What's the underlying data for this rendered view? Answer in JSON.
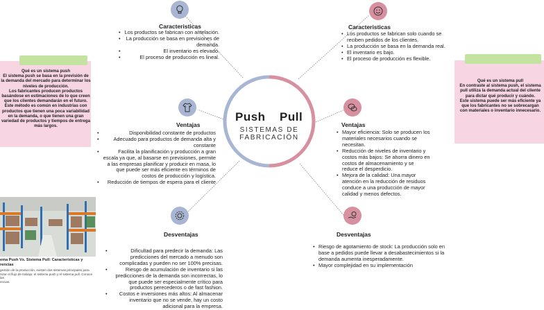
{
  "center": {
    "push": "Push",
    "pull": "Pull",
    "subtitle": "SISTEMAS DE FABRICACIÓN"
  },
  "push": {
    "caracteristicas": {
      "title": "Caracteristicas",
      "items": [
        "Los productos se fabrican con antelación.",
        "La producción se basa en previsiones de demanda.",
        "El inventario es elevado.",
        "El proceso de producción es lineal."
      ]
    },
    "ventajas": {
      "title": "Ventajas",
      "items": [
        "Disponibilidad constante de productos",
        "Adecuado para productos de demanda alta y constante",
        "Facilita la planificación y producción a gran escala ya que, al basarse en previsiones, permite a las empresas planificar y producir en masa, lo que puede ser más eficiente en términos de costos de producción y logística.",
        "Reducción de tiempos de espera para el cliente"
      ]
    },
    "desventajas": {
      "title": "Desventajas",
      "items": [
        "Dificultad para predecir la demanda: Las predicciones del mercado a menudo son complicadas y pueden no ser 100% precisas.",
        "Riesgo de acumulación de inventario si las predicciones de la demanda son incorrectas, lo que puede ser especialmente crítico para productos perecederos o de fast fashion.",
        "Costos e inversiones más altos: Al almacenar inventario que no se vende, hay un costo adicional para la empresa."
      ]
    },
    "note": "Qué es un sistema push\nEl sistema push se basa en la previsión de la demanda del mercado para determinar los niveles de producción.\nLos fabricantes producen productos basándose en estimaciones de lo que creen que los clientes demandarán en el futuro.\nEste método es común en industrias con productos que tienen una poca variabilidad en la demanda, o que tienen una gran variedad de productos y tiempos de entrega más largos."
  },
  "pull": {
    "caracteristicas": {
      "title": "Caracteristicas",
      "items": [
        "Los productos se fabrican solo cuando se reciben pedidos de los clientes.",
        "La producción se basa en la demanda real.",
        "El inventario es bajo.",
        "El proceso de producción es flexible."
      ]
    },
    "ventajas": {
      "title": "Ventajas",
      "items": [
        "Mayor eficiencia: Solo se producen los materiales necesarios cuando se necesitan.",
        "Reducción de niveles de inventario y costos más bajos: Se ahorra dinero en costos de almacenamiento y se reduce el desperdicio.",
        "Mejora de la calidad: Una mayor atención en la reducción de residuos conduce a una producción de mayor calidad y menos defectos."
      ]
    },
    "desventajas": {
      "title": "Desventajas",
      "items": [
        "Riesgo de agotamiento de stock: La producción solo en base a pedidos puede llevar a desabastecimientos si la demanda aumenta inesperadamente.",
        "Mayor complejidad en su implementación"
      ]
    },
    "note": "Qué es un sistema pull\nEn contraste al sistema push, el sistema pull utiliza la demanda actual del cliente para dictar qué producir y cuándo.\nEste sistema puede ser más eficiente ya que los fabricantes no se sobrecargan con materiales o inventario innecesario."
  },
  "article": {
    "title": "ema Push Vs. Sistema Pull: Características y\nrencias",
    "body": "gestión de la producción, existen dos sistemas principales para\nnizar el flujo de trabajo: el sistema push y el sistema pull. Conoce las\nencias."
  },
  "colors": {
    "blue": "#a9b6d3",
    "pink": "#d7909f",
    "note": "#f8d5e3",
    "tab": "#c5e3a0"
  },
  "icons": [
    "lightbulb-icon",
    "smile-icon",
    "shirt-icon",
    "chat-icon",
    "gear-icon",
    "hand-coin-icon"
  ]
}
